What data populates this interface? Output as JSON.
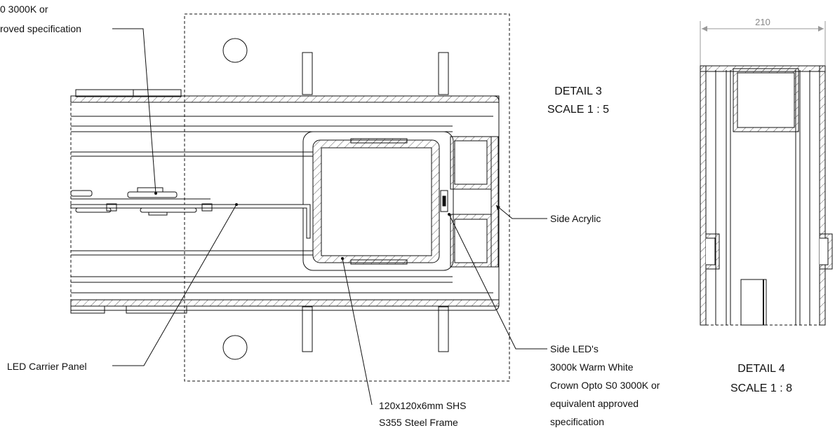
{
  "callouts": {
    "top_left": [
      "0 3000K or",
      "roved specification"
    ],
    "led_carrier": "LED Carrier Panel",
    "shs_frame": [
      "120x120x6mm SHS",
      "S355 Steel Frame"
    ],
    "side_acrylic": "Side Acrylic",
    "side_leds": [
      "Side LED's",
      "3000k Warm White",
      "Crown Opto S0 3000K or",
      "equivalent approved",
      "specification"
    ]
  },
  "detail3": {
    "title": "DETAIL 3",
    "scale": "SCALE 1 : 5"
  },
  "detail4": {
    "title": "DETAIL 4",
    "scale": "SCALE 1 : 8",
    "dimension": "210"
  }
}
